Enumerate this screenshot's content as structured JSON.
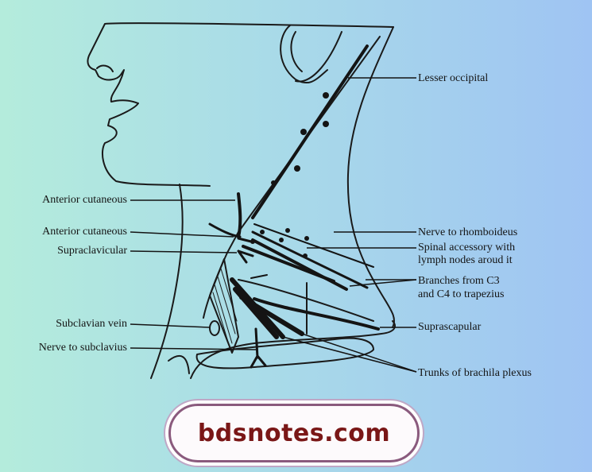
{
  "labels_left": {
    "anterior_cutaneous_1": "Anterior cutaneous",
    "anterior_cutaneous_2": "Anterior cutaneous",
    "supraclavicular": "Supraclavicular",
    "subclavian_vein": "Subclavian vein",
    "nerve_to_subclavius": "Nerve to subclavius"
  },
  "labels_right": {
    "lesser_occipital": "Lesser occipital",
    "nerve_to_rhomboideus": "Nerve to rhomboideus",
    "spinal_accessory_line1": "Spinal accessory with",
    "spinal_accessory_line2": "lymph nodes aroud it",
    "branches_c3_line1": "Branches from C3",
    "branches_c3_line2": "and C4 to trapezius",
    "suprascapular": "Suprascapular",
    "trunks_brachial": "Trunks of brachila plexus"
  },
  "watermark": {
    "text": "bdsnotes.com"
  },
  "colors": {
    "ink": "#141414",
    "watermark_text": "#7a1717",
    "watermark_border": "#8a5a7d"
  }
}
